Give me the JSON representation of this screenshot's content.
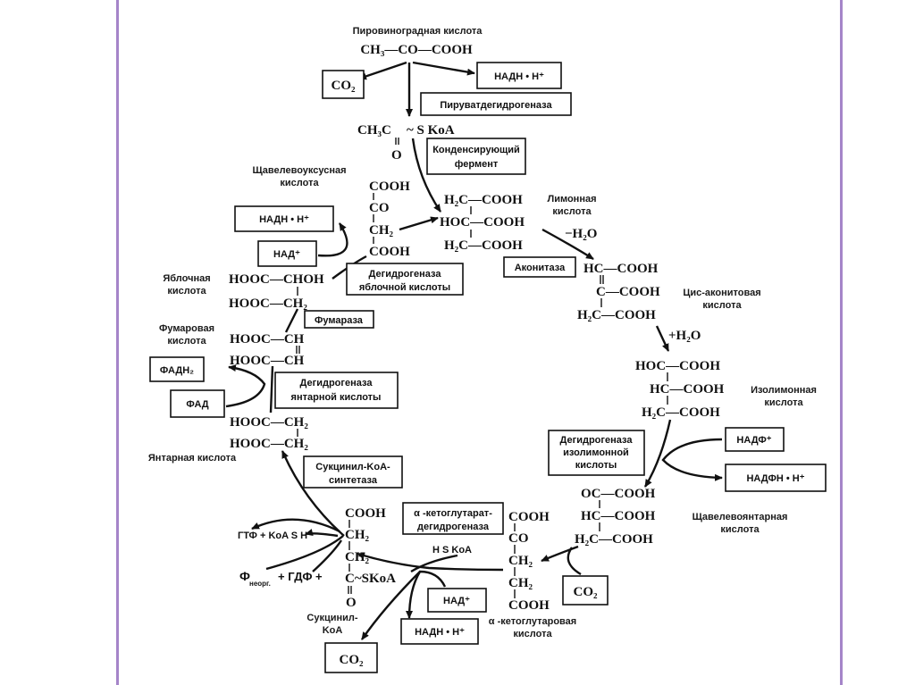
{
  "title": "Цикл трикарбоновых кислот",
  "frame": {
    "line_color": "#a585c9"
  },
  "compounds": {
    "pyruvate": {
      "name": "Пировиноградная кислота",
      "formula": "CH₃—CO—COOH"
    },
    "acetyl_coa": {
      "formula_main": "CH₃C",
      "formula_tail": "~ S KoA",
      "oxygen": "O"
    },
    "oxaloacetate": {
      "name_line1": "Щавелевоуксусная",
      "name_line2": "кислота",
      "rows": [
        "COOH",
        "CO",
        "CH₂",
        "COOH"
      ]
    },
    "citrate": {
      "name_line1": "Лимонная",
      "name_line2": "кислота",
      "rows": [
        "H₂C—COOH",
        "HOC—COOH",
        "H₂C—COOH"
      ]
    },
    "cis_aconitate": {
      "name_line1": "Цис-аконитовая",
      "name_line2": "кислота",
      "rows": [
        "HC—COOH",
        "C—COOH",
        "H₂C—COOH"
      ]
    },
    "isocitrate": {
      "name_line1": "Изолимонная",
      "name_line2": "кислота",
      "rows": [
        "HOC—COOH",
        "HC—COOH",
        "H₂C—COOH"
      ]
    },
    "oxalosuccinate": {
      "name_line1": "Щавелевоянтарная",
      "name_line2": "кислота",
      "rows": [
        "OC—COOH",
        "HC—COOH",
        "H₂C—COOH"
      ]
    },
    "alpha_ketoglutarate": {
      "name_line1": "α -кетоглутаровая",
      "name_line2": "кислота",
      "rows": [
        "COOH",
        "CO",
        "CH₂",
        "CH₂",
        "COOH"
      ]
    },
    "succinyl_coa": {
      "name_line1": "Сукцинил-",
      "name_line2": "KoA",
      "rows": [
        "COOH",
        "CH₂",
        "CH₂",
        "C~SKoA",
        "O"
      ]
    },
    "succinate": {
      "name": "Янтарная кислота",
      "rows": [
        "HOOC—CH₂",
        "HOOC—CH₂"
      ]
    },
    "fumarate": {
      "name_line1": "Фумаровая",
      "name_line2": "кислота",
      "rows": [
        "HOOC—CH",
        "HOOC—CH"
      ]
    },
    "malate": {
      "name_line1": "Яблочная",
      "name_line2": "кислота",
      "rows": [
        "HOOC—CHOH",
        "HOOC—CH₂"
      ]
    }
  },
  "boxes": {
    "co2_top": "CO₂",
    "nadh_top": "НАДН • Н⁺",
    "pyruvate_dh": "Пируватдегидрогеназа",
    "condensing_l1": "Конденсирующий",
    "condensing_l2": "фермент",
    "nadh_malate": "НАДН • Н⁺",
    "nad_malate": "НАД⁺",
    "malate_dh_l1": "Дегидрогеназа",
    "malate_dh_l2": "яблочной кислоты",
    "aconitase": "Аконитаза",
    "fumarase": "Фумараза",
    "fadh2": "ФАДН₂",
    "fad": "ФАД",
    "succinate_dh_l1": "Дегидрогеназа",
    "succinate_dh_l2": "янтарной кислоты",
    "isocitrate_dh_l1": "Дегидрогеназа",
    "isocitrate_dh_l2": "изолимонной",
    "isocitrate_dh_l3": "кислоты",
    "nadp": "НАДФ⁺",
    "nadph": "НАДФН • Н⁺",
    "succinyl_synth_l1": "Сукцинил-KoA-",
    "succinyl_synth_l2": "синтетаза",
    "akg_dh_l1": "α -кетоглутарат-",
    "akg_dh_l2": "дегидрогеназа",
    "nad_akg": "НАД⁺",
    "nadh_akg": "НАДН • Н⁺",
    "co2_akg": "CO₂",
    "co2_bottom": "CO₂"
  },
  "annotations": {
    "minus_h2o": "−H₂O",
    "plus_h2o": "+H₂O",
    "hskoa": "H S KoA",
    "gtp": "ГТФ + KoA S H",
    "pi_gdp_main": "Ф",
    "pi_sub": "неорг.",
    "pi_gdp_rest": "+ ГДФ +"
  }
}
